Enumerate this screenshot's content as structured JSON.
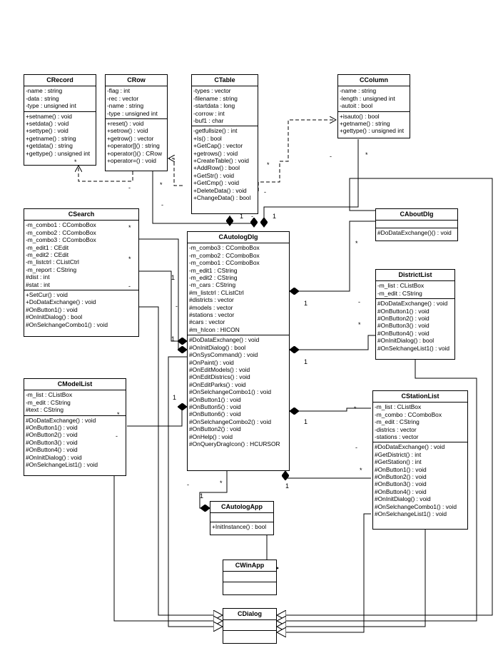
{
  "classes": {
    "crecord": {
      "name": "CRecord",
      "attributes": [
        "-name : string",
        "-data : string",
        "-type : unsigned int"
      ],
      "operations": [
        "+setname() : void",
        "+setdata() : void",
        "+settype() : void",
        "+getname() : string",
        "+getdata() : string",
        "+gettype() : unsigned int"
      ]
    },
    "crow": {
      "name": "CRow",
      "attributes": [
        "-flag : int",
        "-rec : vector",
        "-name : string",
        "-type : unsigned int"
      ],
      "operations": [
        "+reset() : void",
        "+setrow() : void",
        "+getrow() : vector",
        "+operator[]() : string",
        "+operator()() : CRow",
        "+operator=() : void"
      ]
    },
    "ctable": {
      "name": "CTable",
      "attributes": [
        "-types : vector",
        "-filename : string",
        "-startdata : long",
        "-corrow : int",
        "-buf1 : char"
      ],
      "operations": [
        "-getfullsize() : int",
        "+Is() : bool",
        "+GetCap() : vector",
        "+getrows() : void",
        "+CreateTable() : void",
        "+AddRow() : bool",
        "+GetStr() : void",
        "+GetCmp() : void",
        "+DeleteData() : void",
        "+ChangeData() : bool"
      ]
    },
    "ccolumn": {
      "name": "CColumn",
      "attributes": [
        "-name : string",
        "-length : unsigned int",
        "-autoit : bool"
      ],
      "operations": [
        "+isauto() : bool",
        "+getname() : string",
        "+gettype() : unsigned int"
      ]
    },
    "csearch": {
      "name": "CSearch",
      "attributes": [
        "-m_combo1 : CComboBox",
        "-m_combo2 : CComboBox",
        "-m_combo3 : CComboBox",
        "-m_edit1 : CEdit",
        "-m_edit2 : CEdit",
        "-m_listctrl : CListCtrl",
        "-m_report : CString",
        "#dist : int",
        "#stat : int"
      ],
      "operations": [
        "+SetCur() : void",
        "+DoDataExchange() : void",
        "#OnButton1() : void",
        "#OnInitDialog() : bool",
        "#OnSelchangeCombo1() : void"
      ]
    },
    "cautologdlg": {
      "name": "CAutologDlg",
      "attributes": [
        "-m_combo3 : CComboBox",
        "-m_combo2 : CComboBox",
        "-m_combo1 : CComboBox",
        "-m_edit1 : CString",
        "-m_edit2 : CString",
        "-m_cars : CString",
        "#m_listctrl : CListCtrl",
        "#districts : vector",
        "#models : vector",
        "#stations : vector",
        "#cars : vector",
        "#m_hIcon : HICON"
      ],
      "operations": [
        "#DoDataExchange() : void",
        "#OnInitDialog() : bool",
        "#OnSysCommand() : void",
        "#OnPaint() : void",
        "#OnEditModels() : void",
        "#OnEditDistrics() : void",
        "#OnEditParks() : void",
        "#OnSelchangeCombo1() : void",
        "#OnButton1() : void",
        "#OnButton5() : void",
        "#OnButton6() : void",
        "#OnSelchangeCombo2() : void",
        "#OnButton2() : void",
        "#OnHelp() : void",
        "#OnQueryDragIcon() : HCURSOR"
      ]
    },
    "caboutdlg": {
      "name": "CAboutDlg",
      "attributes": [],
      "operations": [
        "#DoDataExchange()() : void"
      ]
    },
    "districtlist": {
      "name": "DistrictList",
      "attributes": [
        "-m_list : CListBox",
        "-m_edit : CString"
      ],
      "operations": [
        "#DoDataExchange() : void",
        "#OnButton1() : void",
        "#OnButton2() : void",
        "#OnButton3() : void",
        "#OnButton4() : void",
        "#OnInitDialog() : bool",
        "#OnSelchangeList1() : void"
      ]
    },
    "cmodellist": {
      "name": "CModelList",
      "attributes": [
        "-m_list : CListBox",
        "-m_edit : CString",
        "#text : CString"
      ],
      "operations": [
        "#DoDataExchange() : void",
        "#OnButton1() : void",
        "#OnButton2() : void",
        "#OnButton3() : void",
        "#OnButton4() : void",
        "#OnInitDialog() : void",
        "#OnSelchangeList1() : void"
      ]
    },
    "cstationlist": {
      "name": "CStationList",
      "attributes": [
        "-m_list : CListBox",
        "-m_combo : CComboBox",
        "-m_edit : CString",
        "-districs : vector",
        "-stations : vector"
      ],
      "operations": [
        "#DoDataExchange() : void",
        "#GetDistrict() : int",
        "#GetStation() : int",
        "#OnButton1() : void",
        "#OnButton2() : void",
        "#OnButton3() : void",
        "#OnButton4() : void",
        "#OnInitDialog() : void",
        "#OnSelchangeCombo1() : void",
        "#OnSelchangeList1() : void"
      ]
    },
    "cautologapp": {
      "name": "CAutologApp",
      "attributes": [],
      "operations": [
        "+InitInstance() : bool"
      ]
    },
    "cwinapp": {
      "name": "CWinApp",
      "attributes": [],
      "operations": []
    },
    "cdialog": {
      "name": "CDialog",
      "attributes": [],
      "operations": []
    }
  },
  "multiplicities": [
    "*",
    "-",
    "*",
    "-",
    "*",
    "-",
    "1",
    "*",
    "-",
    "1",
    "*",
    "-",
    "*",
    "1",
    "*",
    "-",
    "1",
    "*",
    "-",
    "1",
    "-",
    "1",
    "*",
    "1",
    "*",
    "-",
    "1",
    "*",
    "-",
    "1",
    "*",
    "-",
    "1"
  ],
  "colors": {
    "line": "#000000",
    "background": "#ffffff"
  }
}
